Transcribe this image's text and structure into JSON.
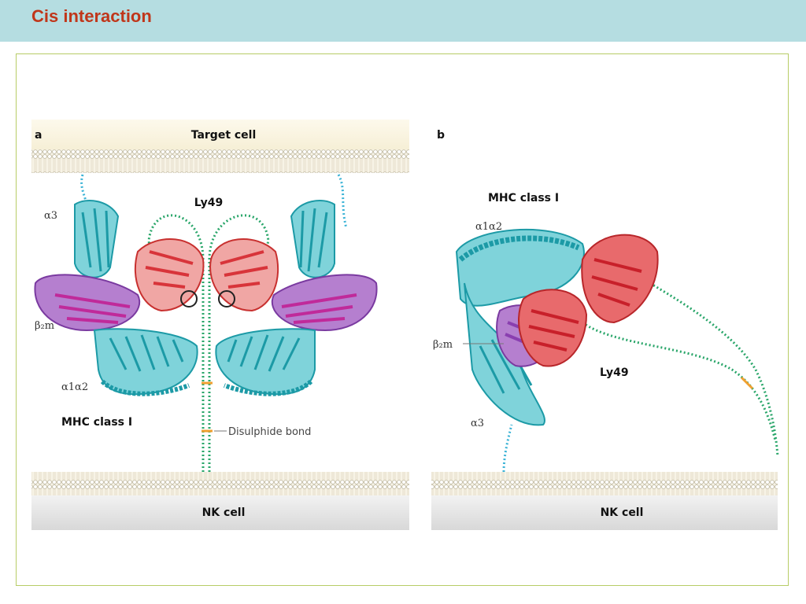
{
  "header": {
    "title": "Cis interaction"
  },
  "panel_a": {
    "letter": "a",
    "target_cell": "Target cell",
    "nk_cell": "NK cell",
    "ly49": "Ly49",
    "alpha3": "α3",
    "b2m": "β₂m",
    "a1a2": "α1α2",
    "mhc": "MHC class I",
    "disulphide": "Disulphide bond"
  },
  "panel_b": {
    "letter": "b",
    "mhc": "MHC class I",
    "a1a2": "α1α2",
    "b2m": "β₂m",
    "ly49": "Ly49",
    "alpha3": "α3",
    "nk_cell": "NK cell"
  },
  "colors": {
    "header_bg": "#b5dde1",
    "title": "#c0361a",
    "frame": "#b7cc66",
    "mhc_cyan": "#22a9b5",
    "b2m_purple": "#8a3fb0",
    "ly49_red": "#d8343a",
    "stalk_green": "#2aa66a",
    "bond_orange": "#f0a030"
  }
}
